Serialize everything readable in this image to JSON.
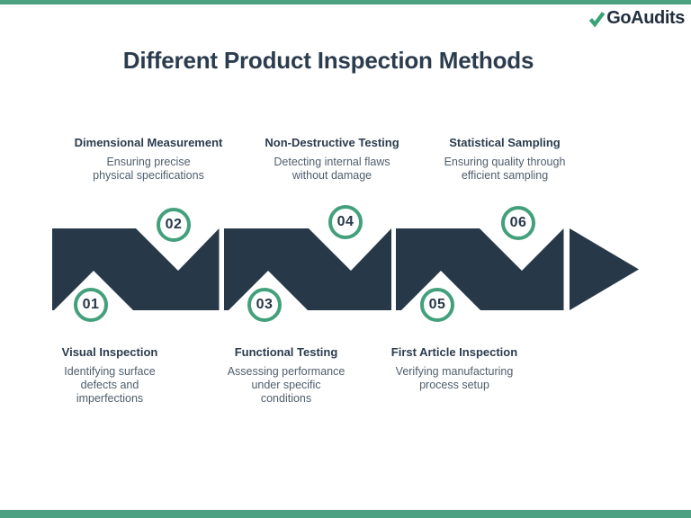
{
  "brand": {
    "name": "GoAudits"
  },
  "header": {
    "title": "Different Product Inspection Methods"
  },
  "steps": [
    {
      "number": "01",
      "title": "Visual Inspection",
      "description": "Identifying surface\ndefects and\nimperfections",
      "position": "bottom"
    },
    {
      "number": "02",
      "title": "Dimensional Measurement",
      "description": "Ensuring precise\nphysical specifications",
      "position": "top"
    },
    {
      "number": "03",
      "title": "Functional Testing",
      "description": "Assessing performance\nunder specific\nconditions",
      "position": "bottom"
    },
    {
      "number": "04",
      "title": "Non-Destructive Testing",
      "description": "Detecting internal flaws\nwithout damage",
      "position": "top"
    },
    {
      "number": "05",
      "title": "First Article Inspection",
      "description": "Verifying manufacturing\nprocess setup",
      "position": "bottom"
    },
    {
      "number": "06",
      "title": "Statistical Sampling",
      "description": "Ensuring quality through\nefficient sampling",
      "position": "top"
    }
  ],
  "colors": {
    "accent-green": "#4CA183",
    "ring-green": "#43A07D",
    "check-green": "#3AA376",
    "dark-navy": "#273949",
    "heading-navy": "#2B3C4E",
    "muted-text": "#4F5E6D"
  }
}
